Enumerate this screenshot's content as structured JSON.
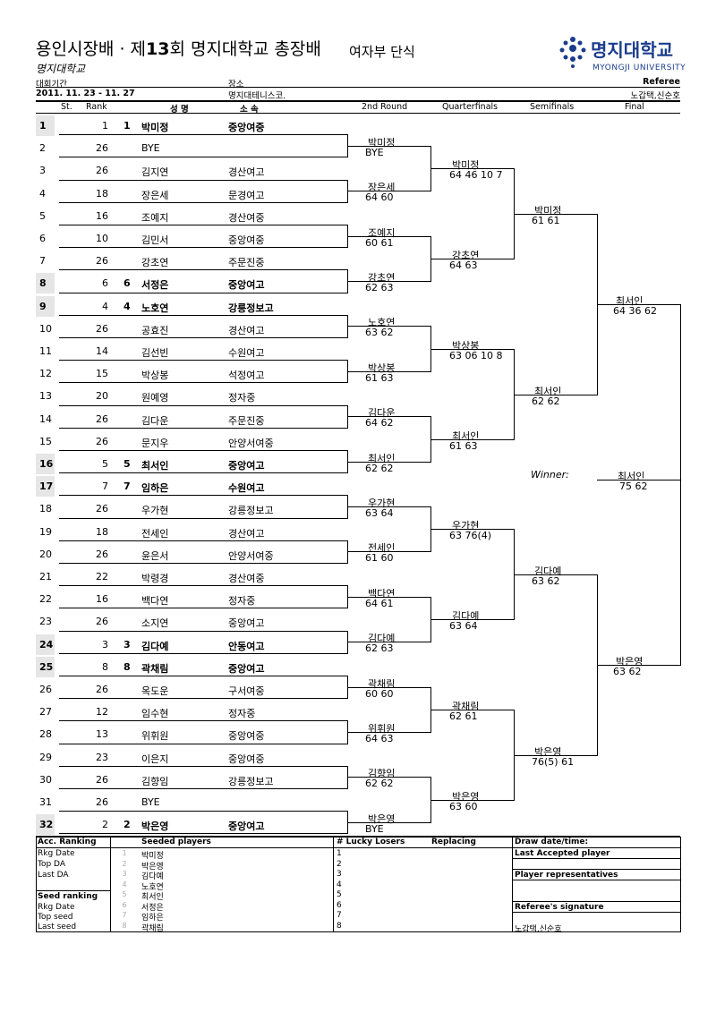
{
  "header": {
    "title_part1": "용인시장배 · 제",
    "title_num": "13",
    "title_part2": "회 명지대학교 총장배",
    "event": "여자부 단식",
    "organizer": "명지대학교",
    "logo_name": "명지대학교",
    "logo_eng": "MYONGJI UNIVERSITY",
    "period_label": "대회기간",
    "period": "2011. 11. 23 - 11. 27",
    "venue_label": "장소",
    "venue": "명지대테니스코.",
    "referee_label": "Referee",
    "referee": "노갑택,신순호"
  },
  "columns": {
    "st": "St.",
    "rank": "Rank",
    "name": "성  명",
    "club": "소 속",
    "r2": "2nd Round",
    "qf": "Quarterfinals",
    "sf": "Semifinals",
    "final": "Final"
  },
  "players": [
    {
      "no": "1",
      "rank": "1",
      "seed": "1",
      "name": "박미정",
      "club": "중앙여중",
      "bold": true
    },
    {
      "no": "2",
      "rank": "26",
      "seed": "",
      "name": "BYE",
      "club": "",
      "bold": false
    },
    {
      "no": "3",
      "rank": "26",
      "seed": "",
      "name": "김지연",
      "club": "경산여고",
      "bold": false
    },
    {
      "no": "4",
      "rank": "18",
      "seed": "",
      "name": "장은세",
      "club": "문경여고",
      "bold": false
    },
    {
      "no": "5",
      "rank": "16",
      "seed": "",
      "name": "조예지",
      "club": "경산여중",
      "bold": false
    },
    {
      "no": "6",
      "rank": "10",
      "seed": "",
      "name": "김민서",
      "club": "중앙여중",
      "bold": false
    },
    {
      "no": "7",
      "rank": "26",
      "seed": "",
      "name": "강초연",
      "club": "주문진중",
      "bold": false
    },
    {
      "no": "8",
      "rank": "6",
      "seed": "6",
      "name": "서정은",
      "club": "중앙여고",
      "bold": true
    },
    {
      "no": "9",
      "rank": "4",
      "seed": "4",
      "name": "노호연",
      "club": "강릉정보고",
      "bold": true
    },
    {
      "no": "10",
      "rank": "26",
      "seed": "",
      "name": "공효진",
      "club": "경산여고",
      "bold": false
    },
    {
      "no": "11",
      "rank": "14",
      "seed": "",
      "name": "김선빈",
      "club": "수원여고",
      "bold": false
    },
    {
      "no": "12",
      "rank": "15",
      "seed": "",
      "name": "박상봉",
      "club": "석정여고",
      "bold": false
    },
    {
      "no": "13",
      "rank": "20",
      "seed": "",
      "name": "원예영",
      "club": "정자중",
      "bold": false
    },
    {
      "no": "14",
      "rank": "26",
      "seed": "",
      "name": "김다운",
      "club": "주문진중",
      "bold": false
    },
    {
      "no": "15",
      "rank": "26",
      "seed": "",
      "name": "문지우",
      "club": "안양서여중",
      "bold": false
    },
    {
      "no": "16",
      "rank": "5",
      "seed": "5",
      "name": "최서인",
      "club": "중앙여고",
      "bold": true
    },
    {
      "no": "17",
      "rank": "7",
      "seed": "7",
      "name": "임하은",
      "club": "수원여고",
      "bold": true
    },
    {
      "no": "18",
      "rank": "26",
      "seed": "",
      "name": "우가현",
      "club": "강릉정보고",
      "bold": false
    },
    {
      "no": "19",
      "rank": "18",
      "seed": "",
      "name": "전세인",
      "club": "경산여고",
      "bold": false
    },
    {
      "no": "20",
      "rank": "26",
      "seed": "",
      "name": "윤은서",
      "club": "안양서여중",
      "bold": false
    },
    {
      "no": "21",
      "rank": "22",
      "seed": "",
      "name": "박령경",
      "club": "경산여중",
      "bold": false
    },
    {
      "no": "22",
      "rank": "16",
      "seed": "",
      "name": "백다연",
      "club": "정자중",
      "bold": false
    },
    {
      "no": "23",
      "rank": "26",
      "seed": "",
      "name": "소지연",
      "club": "중앙여고",
      "bold": false
    },
    {
      "no": "24",
      "rank": "3",
      "seed": "3",
      "name": "김다예",
      "club": "안동여고",
      "bold": true
    },
    {
      "no": "25",
      "rank": "8",
      "seed": "8",
      "name": "곽채림",
      "club": "중앙여고",
      "bold": true
    },
    {
      "no": "26",
      "rank": "26",
      "seed": "",
      "name": "옥도운",
      "club": "구서여중",
      "bold": false
    },
    {
      "no": "27",
      "rank": "12",
      "seed": "",
      "name": "임수현",
      "club": "정자중",
      "bold": false
    },
    {
      "no": "28",
      "rank": "13",
      "seed": "",
      "name": "위휘원",
      "club": "중앙여중",
      "bold": false
    },
    {
      "no": "29",
      "rank": "23",
      "seed": "",
      "name": "이은지",
      "club": "중앙여중",
      "bold": false
    },
    {
      "no": "30",
      "rank": "26",
      "seed": "",
      "name": "김향임",
      "club": "강릉정보고",
      "bold": false
    },
    {
      "no": "31",
      "rank": "26",
      "seed": "",
      "name": "BYE",
      "club": "",
      "bold": false
    },
    {
      "no": "32",
      "rank": "2",
      "seed": "2",
      "name": "박은영",
      "club": "중앙여고",
      "bold": true
    }
  ],
  "round2": [
    {
      "name": "박미정",
      "score": "BYE"
    },
    {
      "name": "장은세",
      "score": "64 60"
    },
    {
      "name": "조예지",
      "score": "60 61"
    },
    {
      "name": "강초연",
      "score": "62 63"
    },
    {
      "name": "노호연",
      "score": "63 62"
    },
    {
      "name": "박상봉",
      "score": "61 63"
    },
    {
      "name": "김다운",
      "score": "64 62"
    },
    {
      "name": "최서인",
      "score": "62 62"
    },
    {
      "name": "우가현",
      "score": "63 64"
    },
    {
      "name": "전세인",
      "score": "61 60"
    },
    {
      "name": "백다연",
      "score": "64 61"
    },
    {
      "name": "김다예",
      "score": "62 63"
    },
    {
      "name": "곽채림",
      "score": "60 60"
    },
    {
      "name": "위휘원",
      "score": "64 63"
    },
    {
      "name": "김향임",
      "score": "62 62"
    },
    {
      "name": "박은영",
      "score": "BYE"
    }
  ],
  "quarterfinals": [
    {
      "name": "박미정",
      "score": "64 46 10 7"
    },
    {
      "name": "강초연",
      "score": "64 63"
    },
    {
      "name": "박상봉",
      "score": "63 06 10 8"
    },
    {
      "name": "최서인",
      "score": "61 63"
    },
    {
      "name": "우가현",
      "score": "63 76(4)"
    },
    {
      "name": "김다예",
      "score": "63 64"
    },
    {
      "name": "곽채림",
      "score": "62 61"
    },
    {
      "name": "박은영",
      "score": "63 60"
    }
  ],
  "semifinals": [
    {
      "name": "박미정",
      "score": "61 61"
    },
    {
      "name": "최서인",
      "score": "62 62"
    },
    {
      "name": "김다예",
      "score": "63 62"
    },
    {
      "name": "박은영",
      "score": "76(5) 61"
    }
  ],
  "final": [
    {
      "name": "최서인",
      "score": "64 36 62"
    },
    {
      "name": "박은영",
      "score": "63 62"
    }
  ],
  "winner": {
    "label": "Winner:",
    "name": "최서인",
    "score": "75 62"
  },
  "footer": {
    "acc_ranking": "Acc. Ranking",
    "rkg_date": "Rkg Date",
    "top_da": "Top DA",
    "last_da": "Last DA",
    "seed_ranking": "Seed ranking",
    "rkg_date2": "Rkg Date",
    "top_seed": "Top seed",
    "last_seed": "Last seed",
    "seeded_players": "Seeded players",
    "seeds": [
      "박미정",
      "박은영",
      "김다예",
      "노호연",
      "최서인",
      "서정은",
      "임하은",
      "곽채림"
    ],
    "lucky_losers": "#  Lucky Losers",
    "replacing": "Replacing",
    "ll_nums": [
      "1",
      "2",
      "3",
      "4",
      "5",
      "6",
      "7",
      "8"
    ],
    "draw_date": "Draw date/time:",
    "last_accepted": "Last Accepted player",
    "player_reps": "Player representatives",
    "referee_sig": "Referee's signature",
    "referee_sig_names": "노갑택,신순호"
  }
}
